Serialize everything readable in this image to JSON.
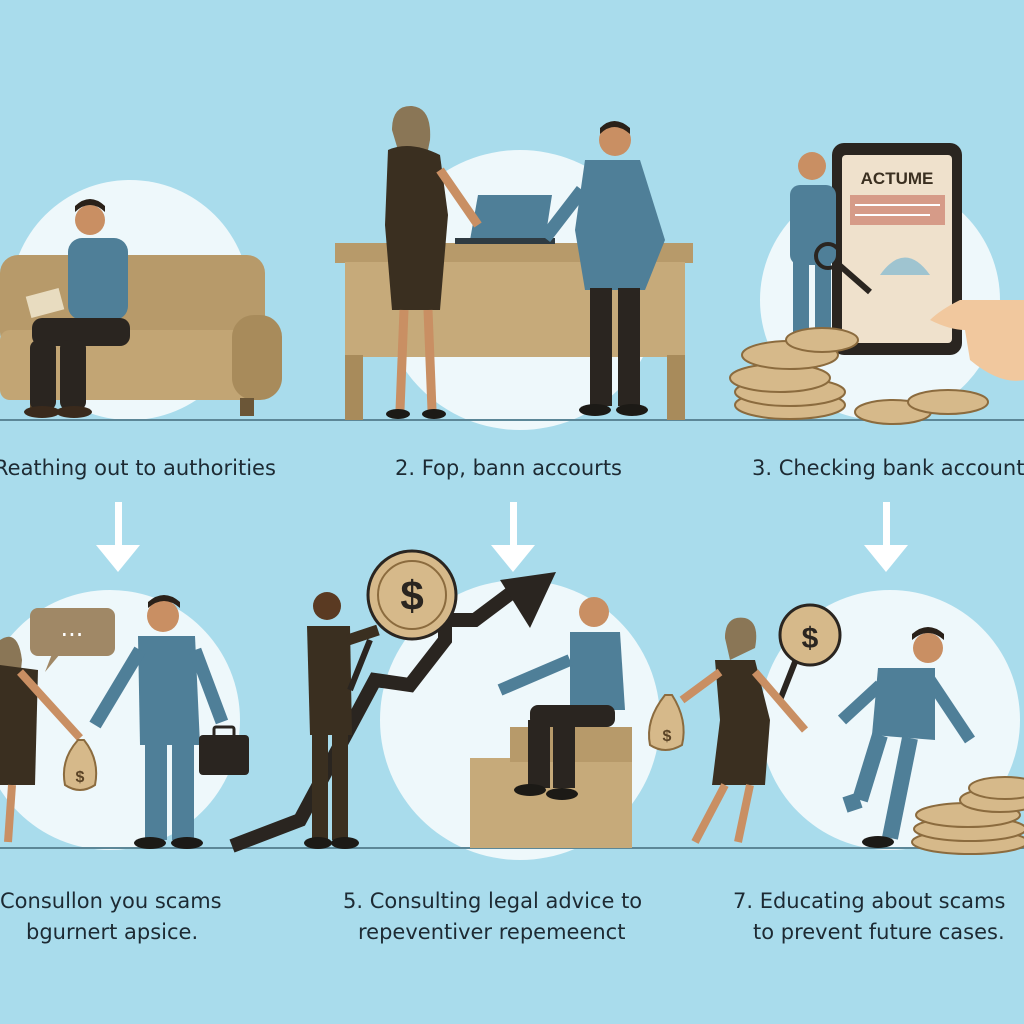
{
  "colors": {
    "background": "#a9dcec",
    "circle": "#eef8fb",
    "blue_clothing": "#4f7f98",
    "dark_clothing": "#2f2a22",
    "furniture": "#b79a6a",
    "coin": "#d6b98a",
    "arrow": "#ffffff"
  },
  "steps": {
    "step1_label": "Reathing out to authorities",
    "step2_label": "2.  Fop, bann accourts",
    "step3_label": "3. Checking bank account",
    "step4_line1": "Consullon you scams",
    "step4_line2": "bgurnert apsice.",
    "step5_line1": "5. Consulting legal advice to",
    "step5_line2": "repeventiver repemeenct",
    "step7_line1": "7. Educating about scams",
    "step7_line2": "to prevent future cases."
  },
  "phone_screen_text": "ACTUME",
  "speech_bubble_text": "...",
  "icons": {
    "money_bag": "$",
    "coin_symbol": "$"
  }
}
